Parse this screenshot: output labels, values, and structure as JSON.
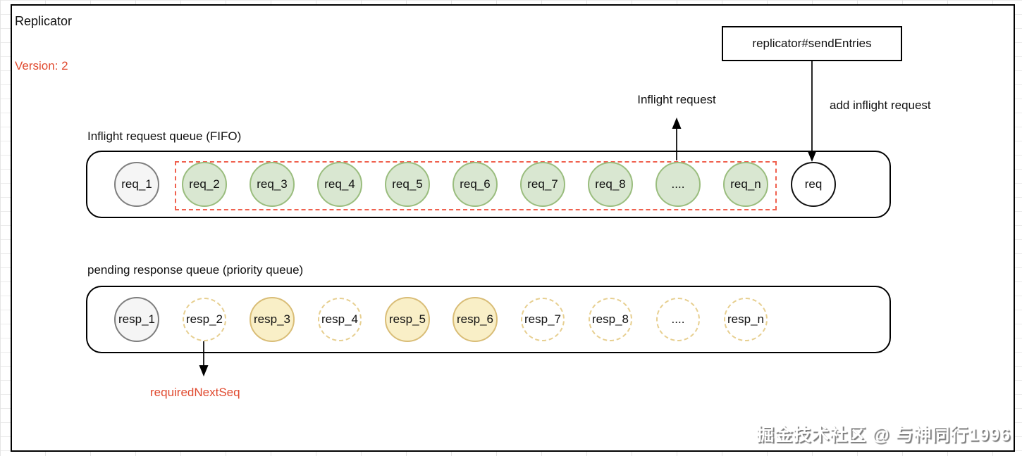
{
  "diagram": {
    "title": "Replicator",
    "version": "Version: 2",
    "send_entries_label": "replicator#sendEntries",
    "add_inflight_label": "add inflight request",
    "inflight_request_label": "Inflight request",
    "required_next_seq_label": "requiredNextSeq",
    "watermark": "掘金技术社区 @ 与神同行1996",
    "colors": {
      "accent_red_text": "#e04a2f",
      "dashed_region_red": "#f0614f",
      "green_fill": "#d9e7d1",
      "green_stroke": "#9abd7e",
      "yellow_fill": "#f9efc7",
      "yellow_stroke": "#d9bd77",
      "yellow_dashed_stroke": "#e7cf90",
      "gray_fill": "#f5f5f5",
      "gray_stroke": "#7e7e7e"
    }
  },
  "queues": [
    {
      "id": "inflight-queue",
      "title": "Inflight request queue (FIFO)",
      "items": [
        {
          "label": "req_1",
          "style": "gray"
        },
        {
          "label": "req_2",
          "style": "green"
        },
        {
          "label": "req_3",
          "style": "green"
        },
        {
          "label": "req_4",
          "style": "green"
        },
        {
          "label": "req_5",
          "style": "green"
        },
        {
          "label": "req_6",
          "style": "green"
        },
        {
          "label": "req_7",
          "style": "green"
        },
        {
          "label": "req_8",
          "style": "green"
        },
        {
          "label": "....",
          "style": "green"
        },
        {
          "label": "req_n",
          "style": "green"
        },
        {
          "label": "req",
          "style": "plain"
        }
      ]
    },
    {
      "id": "pending-queue",
      "title": "pending response queue (priority queue)",
      "items": [
        {
          "label": "resp_1",
          "style": "gray"
        },
        {
          "label": "resp_2",
          "style": "yellow-dashed"
        },
        {
          "label": "resp_3",
          "style": "yellow"
        },
        {
          "label": "resp_4",
          "style": "yellow-dashed"
        },
        {
          "label": "resp_5",
          "style": "yellow"
        },
        {
          "label": "resp_6",
          "style": "yellow"
        },
        {
          "label": "resp_7",
          "style": "yellow-dashed"
        },
        {
          "label": "resp_8",
          "style": "yellow-dashed"
        },
        {
          "label": "....",
          "style": "yellow-dashed"
        },
        {
          "label": "resp_n",
          "style": "yellow-dashed"
        }
      ]
    }
  ]
}
